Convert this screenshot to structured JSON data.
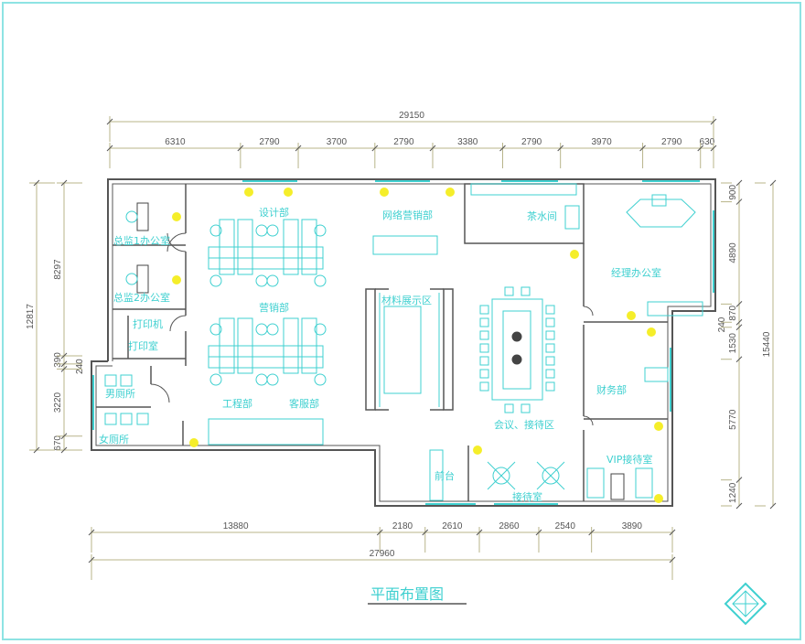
{
  "drawing": {
    "title": "平面布置图",
    "colors": {
      "wall": "#555555",
      "furniture": "#3fd0d0",
      "light": "#f5ee2a",
      "dimension": "#b8b48a",
      "frame": "#8ee3e3"
    },
    "rooms": {
      "director1": "总监1办公室",
      "director2": "总监2办公室",
      "printer": "打印机",
      "print_room": "打印室",
      "mens_toilet": "男厕所",
      "womens_toilet": "女厕所",
      "design": "设计部",
      "marketing": "营销部",
      "engineering": "工程部",
      "customer_service": "客服部",
      "online_marketing": "网络营销部",
      "tea_room": "茶水间",
      "material_display": "材料展示区",
      "meeting_reception": "会议、接待区",
      "front_desk": "前台",
      "reception_room": "接待室",
      "manager_office": "经理办公室",
      "finance": "财务部",
      "vip_reception": "VIP接待室"
    },
    "dimensions": {
      "top_total": "29150",
      "top_segments": [
        "6310",
        "2790",
        "3700",
        "2790",
        "3380",
        "2790",
        "3970",
        "2790",
        "630"
      ],
      "bottom_segments": [
        "13880",
        "2180",
        "2610",
        "2860",
        "2540",
        "3890"
      ],
      "bottom_total": "27960",
      "left_total": "12817",
      "left_segments": [
        "8297",
        "390",
        "240",
        "3220",
        "670"
      ],
      "right_segments": [
        "900",
        "4890",
        "870",
        "240",
        "1530",
        "5770",
        "1240"
      ],
      "right_total": "15440"
    }
  }
}
